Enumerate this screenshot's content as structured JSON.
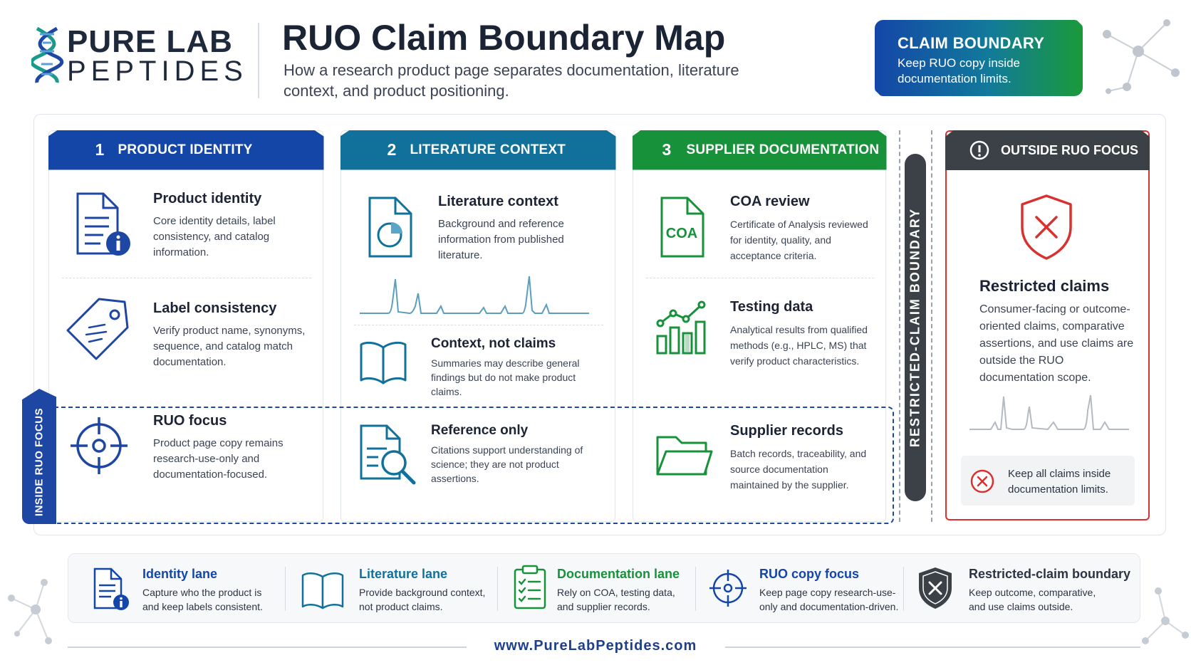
{
  "brand": {
    "line1": "PURE LAB",
    "line2": "PEPTIDES"
  },
  "header": {
    "title": "RUO Claim Boundary Map",
    "subtitle": "How a research product page separates documentation, literature context, and product positioning."
  },
  "badge": {
    "title": "CLAIM BOUNDARY",
    "text": "Keep RUO copy inside documentation limits."
  },
  "columns": [
    {
      "num": "1",
      "label": "PRODUCT IDENTITY",
      "color": "#1446a8",
      "items": [
        {
          "title": "Product identity",
          "desc": "Core identity details, label consistency, and catalog information.",
          "icon": "document-info-icon"
        },
        {
          "title": "Label consistency",
          "desc": "Verify product name, synonyms, sequence, and catalog match documentation.",
          "icon": "tag-icon"
        },
        {
          "title": "RUO focus",
          "desc": "Product page copy remains research-use-only and documentation-focused.",
          "icon": "target-icon"
        }
      ]
    },
    {
      "num": "2",
      "label": "LITERATURE CONTEXT",
      "color": "#12719a",
      "items": [
        {
          "title": "Literature context",
          "desc": "Background and reference information from published literature.",
          "icon": "document-chart-icon"
        },
        {
          "title": "Context, not claims",
          "desc": "Summaries may describe general findings but do not make product claims.",
          "icon": "open-book-icon"
        },
        {
          "title": "Reference only",
          "desc": "Citations support understanding of science; they are not product assertions.",
          "icon": "document-search-icon"
        }
      ]
    },
    {
      "num": "3",
      "label": "SUPPLIER DOCUMENTATION",
      "color": "#17923a",
      "items": [
        {
          "title": "COA review",
          "desc": "Certificate of Analysis reviewed for identity, quality, and acceptance criteria.",
          "icon": "coa-document-icon",
          "icon_text": "COA"
        },
        {
          "title": "Testing data",
          "desc": "Analytical results from qualified methods (e.g., HPLC, MS) that verify product characteristics.",
          "icon": "bar-chart-icon"
        },
        {
          "title": "Supplier records",
          "desc": "Batch records, traceability, and source documentation maintained by the supplier.",
          "icon": "folder-icon"
        }
      ]
    }
  ],
  "boundary": {
    "label": "RESTRICTED-CLAIM BOUNDARY"
  },
  "outside": {
    "label": "OUTSIDE RUO FOCUS",
    "title": "Restricted claims",
    "desc": "Consumer-facing or outcome-oriented claims, comparative assertions, and use claims are outside the RUO documentation scope.",
    "note": "Keep all claims inside documentation limits.",
    "accent": "#d93030"
  },
  "inside_label": "INSIDE RUO FOCUS",
  "legend": [
    {
      "title": "Identity lane",
      "desc1": "Capture who the product is",
      "desc2": "and keep labels consistent.",
      "color": "#1446a8",
      "icon": "document-info-icon"
    },
    {
      "title": "Literature lane",
      "desc1": "Provide background context,",
      "desc2": "not product claims.",
      "color": "#12719a",
      "icon": "open-book-icon"
    },
    {
      "title": "Documentation lane",
      "desc1": "Rely on COA, testing data,",
      "desc2": "and supplier records.",
      "color": "#17923a",
      "icon": "clipboard-checklist-icon"
    },
    {
      "title": "RUO copy focus",
      "desc1": "Keep page copy research-use-",
      "desc2": "only and documentation-driven.",
      "color": "#1446a8",
      "icon": "target-icon"
    },
    {
      "title": "Restricted-claim boundary",
      "desc1": "Keep outcome, comparative,",
      "desc2": "and use claims outside.",
      "color": "#2b3444",
      "icon": "shield-x-icon"
    }
  ],
  "footer": {
    "url": "www.PureLabPeptides.com"
  }
}
